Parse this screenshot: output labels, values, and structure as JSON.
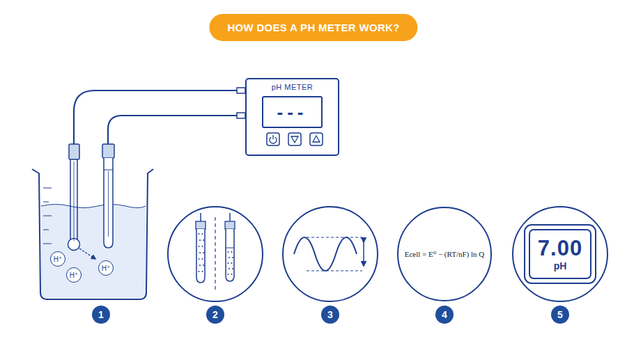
{
  "diagram": {
    "title": "HOW DOES A PH METER WORK?",
    "nodes": [
      {
        "text": [
          "pH METER"
        ]
      },
      {
        "text": [
          "---"
        ],
        "in": 0
      },
      {
        "text": [
          "H⁺"
        ]
      },
      {
        "text": [
          "H⁺"
        ]
      },
      {
        "text": [
          "H⁺"
        ]
      },
      {
        "text": [
          "Ecell = E⁰ − (RT/nF) ln Q"
        ]
      },
      {
        "text": [
          "7.00",
          "pH"
        ]
      },
      {
        "text": [
          "1"
        ]
      },
      {
        "text": [
          "2"
        ]
      },
      {
        "text": [
          "3"
        ]
      },
      {
        "text": [
          "4"
        ]
      },
      {
        "text": [
          "5"
        ]
      }
    ]
  }
}
